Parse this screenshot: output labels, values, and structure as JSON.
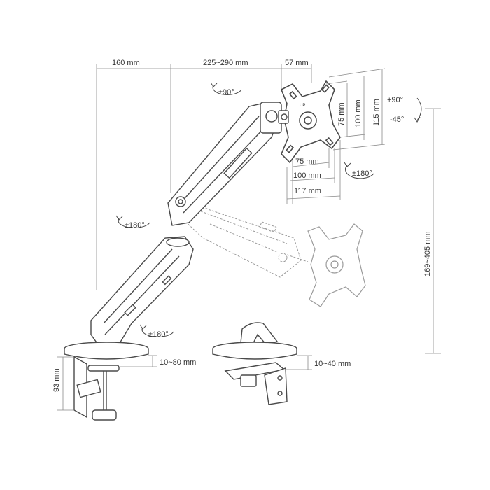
{
  "dimensions": {
    "arm_segment_1": "160 mm",
    "arm_segment_2": "225~290 mm",
    "head_offset": "57 mm",
    "height_range": "169~405 mm",
    "clamp_height": "93 mm",
    "clamp_desk_thickness": "10~80 mm",
    "grommet_desk_thickness": "10~40 mm",
    "vesa_h_75": "75 mm",
    "vesa_h_100": "100 mm",
    "vesa_h_117": "117 mm",
    "vesa_v_75": "75 mm",
    "vesa_v_100": "100 mm",
    "vesa_v_115": "115 mm"
  },
  "rotations": {
    "swivel_head": "±90°",
    "tilt_up": "+90°",
    "tilt_down": "-45°",
    "rotate_plate": "±180°",
    "elbow": "±180°",
    "base": "±180°"
  },
  "plate_marks": {
    "up_label": "UP"
  },
  "colors": {
    "line": "#4a4a4a",
    "dim_line": "#8a8a8a",
    "ghost": "#9a9a9a",
    "arm_fill": "#ffffff"
  }
}
